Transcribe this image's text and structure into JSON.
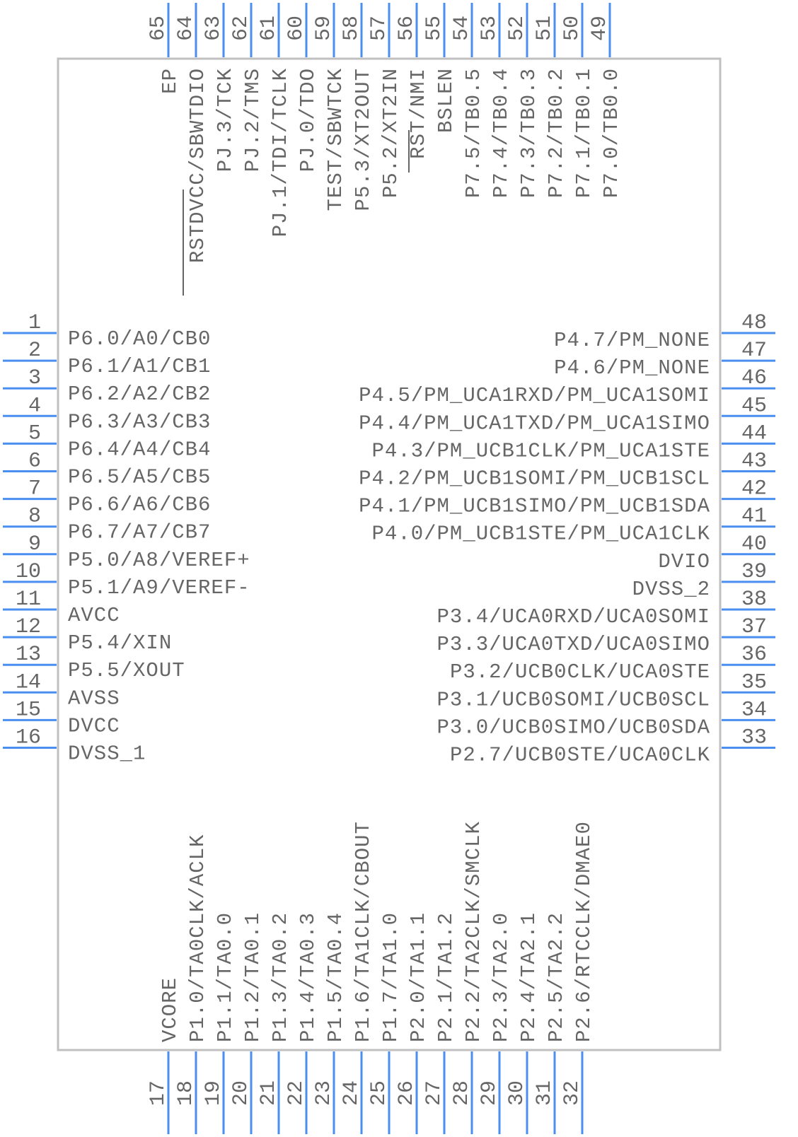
{
  "component": {
    "pin_color": "#4a8ff0",
    "body_color": "#c0c0c0",
    "text_color": "#666666"
  },
  "pins": {
    "left": [
      {
        "num": "1",
        "name": "P6.0/A0/CB0"
      },
      {
        "num": "2",
        "name": "P6.1/A1/CB1"
      },
      {
        "num": "3",
        "name": "P6.2/A2/CB2"
      },
      {
        "num": "4",
        "name": "P6.3/A3/CB3"
      },
      {
        "num": "5",
        "name": "P6.4/A4/CB4"
      },
      {
        "num": "6",
        "name": "P6.5/A5/CB5"
      },
      {
        "num": "7",
        "name": "P6.6/A6/CB6"
      },
      {
        "num": "8",
        "name": "P6.7/A7/CB7"
      },
      {
        "num": "9",
        "name": "P5.0/A8/VEREF+"
      },
      {
        "num": "10",
        "name": "P5.1/A9/VEREF-"
      },
      {
        "num": "11",
        "name": "AVCC"
      },
      {
        "num": "12",
        "name": "P5.4/XIN"
      },
      {
        "num": "13",
        "name": "P5.5/XOUT"
      },
      {
        "num": "14",
        "name": "AVSS"
      },
      {
        "num": "15",
        "name": "DVCC"
      },
      {
        "num": "16",
        "name": "DVSS_1"
      }
    ],
    "right": [
      {
        "num": "48",
        "name": "P4.7/PM_NONE"
      },
      {
        "num": "47",
        "name": "P4.6/PM_NONE"
      },
      {
        "num": "46",
        "name": "P4.5/PM_UCA1RXD/PM_UCA1SOMI"
      },
      {
        "num": "45",
        "name": "P4.4/PM_UCA1TXD/PM_UCA1SIMO"
      },
      {
        "num": "44",
        "name": "P4.3/PM_UCB1CLK/PM_UCA1STE"
      },
      {
        "num": "43",
        "name": "P4.2/PM_UCB1SOMI/PM_UCB1SCL"
      },
      {
        "num": "42",
        "name": "P4.1/PM_UCB1SIMO/PM_UCB1SDA"
      },
      {
        "num": "41",
        "name": "P4.0/PM_UCB1STE/PM_UCA1CLK"
      },
      {
        "num": "40",
        "name": "DVIO"
      },
      {
        "num": "39",
        "name": "DVSS_2"
      },
      {
        "num": "38",
        "name": "P3.4/UCA0RXD/UCA0SOMI"
      },
      {
        "num": "37",
        "name": "P3.3/UCA0TXD/UCA0SIMO"
      },
      {
        "num": "36",
        "name": "P3.2/UCB0CLK/UCA0STE"
      },
      {
        "num": "35",
        "name": "P3.1/UCB0SOMI/UCB0SCL"
      },
      {
        "num": "34",
        "name": "P3.0/UCB0SIMO/UCB0SDA"
      },
      {
        "num": "33",
        "name": "P2.7/UCB0STE/UCA0CLK"
      }
    ],
    "top": [
      {
        "num": "65",
        "name": "EP"
      },
      {
        "num": "64",
        "name": "RSTDVCC/SBWTDIO"
      },
      {
        "num": "63",
        "name": "PJ.3/TCK"
      },
      {
        "num": "62",
        "name": "PJ.2/TMS"
      },
      {
        "num": "61",
        "name": "PJ.1/TDI/TCLK"
      },
      {
        "num": "60",
        "name": "PJ.0/TDO"
      },
      {
        "num": "59",
        "name": "TEST/SBWTCK"
      },
      {
        "num": "58",
        "name": "P5.3/XT2OUT"
      },
      {
        "num": "57",
        "name": "P5.2/XT2IN"
      },
      {
        "num": "56",
        "name": "RST/NMI"
      },
      {
        "num": "55",
        "name": "BSLEN"
      },
      {
        "num": "54",
        "name": "P7.5/TB0.5"
      },
      {
        "num": "53",
        "name": "P7.4/TB0.4"
      },
      {
        "num": "52",
        "name": "P7.3/TB0.3"
      },
      {
        "num": "51",
        "name": "P7.2/TB0.2"
      },
      {
        "num": "50",
        "name": "P7.1/TB0.1"
      },
      {
        "num": "49",
        "name": "P7.0/TB0.0"
      }
    ],
    "bottom": [
      {
        "num": "17",
        "name": "VCORE"
      },
      {
        "num": "18",
        "name": "P1.0/TA0CLK/ACLK"
      },
      {
        "num": "19",
        "name": "P1.1/TA0.0"
      },
      {
        "num": "20",
        "name": "P1.2/TA0.1"
      },
      {
        "num": "21",
        "name": "P1.3/TA0.2"
      },
      {
        "num": "22",
        "name": "P1.4/TA0.3"
      },
      {
        "num": "23",
        "name": "P1.5/TA0.4"
      },
      {
        "num": "24",
        "name": "P1.6/TA1CLK/CBOUT"
      },
      {
        "num": "25",
        "name": "P1.7/TA1.0"
      },
      {
        "num": "26",
        "name": "P2.0/TA1.1"
      },
      {
        "num": "27",
        "name": "P2.1/TA1.2"
      },
      {
        "num": "28",
        "name": "P2.2/TA2CLK/SMCLK"
      },
      {
        "num": "29",
        "name": "P2.3/TA2.0"
      },
      {
        "num": "30",
        "name": "P2.4/TA2.1"
      },
      {
        "num": "31",
        "name": "P2.5/TA2.2"
      },
      {
        "num": "32",
        "name": "P2.6/RTCCLK/DMAE0"
      }
    ]
  }
}
